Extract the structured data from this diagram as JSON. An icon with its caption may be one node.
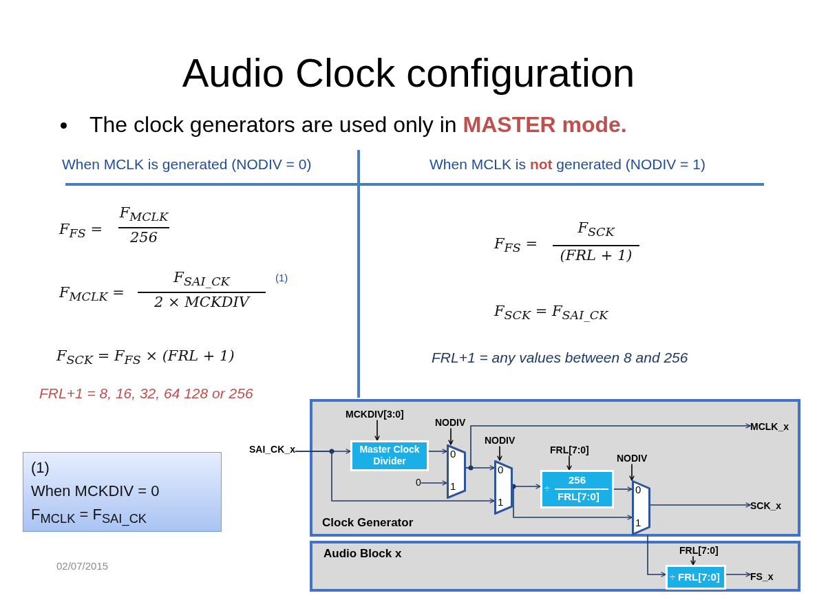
{
  "diagram": {
    "title": "Audio Clock configuration",
    "nodes": [
      {
        "text": [
          "Clock Generator"
        ]
      },
      {
        "text": [
          "Master Clock Divider"
        ],
        "in": 0
      },
      {
        "text": [
          "0",
          "1"
        ],
        "in": 0
      },
      {
        "text": [
          "0",
          "1"
        ],
        "in": 0
      },
      {
        "text": [
          "÷",
          "256",
          "FRL[7:0]"
        ],
        "in": 0
      },
      {
        "text": [
          "0",
          "1"
        ],
        "in": 0
      },
      {
        "text": [
          "Audio Block x"
        ]
      },
      {
        "text": [
          "÷",
          "FRL[7:0]"
        ],
        "in": 6
      },
      {
        "text": [
          "MCKDIV[3:0]"
        ],
        "in": 0
      },
      {
        "text": [
          "NODIV"
        ],
        "in": 0
      },
      {
        "text": [
          "NODIV"
        ],
        "in": 0
      },
      {
        "text": [
          "FRL[7:0]"
        ],
        "in": 0
      },
      {
        "text": [
          "NODIV"
        ],
        "in": 0
      },
      {
        "text": [
          "FRL[7:0]"
        ],
        "in": 6
      },
      {
        "text": [
          "SAI_CK_x"
        ]
      },
      {
        "text": [
          "0"
        ],
        "in": 0
      },
      {
        "text": [
          "MCLK_x"
        ],
        "in": 0
      },
      {
        "text": [
          "SCK_x"
        ],
        "in": 0
      },
      {
        "text": [
          "FS_x"
        ],
        "in": 6
      },
      {
        "text": [
          "(1)",
          "When MCKDIV = 0",
          "F$_{MCLK}$ = F$_{SAI_CK}$"
        ]
      }
    ],
    "edges": [
      {
        "from": 14,
        "to": 1,
        "arrow": "to"
      },
      {
        "from": 14,
        "to": 3,
        "arrow": "to"
      },
      {
        "from": 1,
        "to": 2,
        "arrow": "to"
      },
      {
        "from": 15,
        "to": 2,
        "arrow": "to"
      },
      {
        "from": 2,
        "to": 3,
        "arrow": "to"
      },
      {
        "from": 2,
        "to": 16,
        "arrow": "to"
      },
      {
        "from": 3,
        "to": 4,
        "arrow": "to"
      },
      {
        "from": 3,
        "to": 5,
        "arrow": "to"
      },
      {
        "from": 4,
        "to": 5,
        "arrow": "to"
      },
      {
        "from": 5,
        "to": 17,
        "arrow": "to"
      },
      {
        "from": 5,
        "to": 7,
        "arrow": "to"
      },
      {
        "from": 7,
        "to": 18,
        "arrow": "to"
      },
      {
        "from": 8,
        "to": 1,
        "arrow": "to",
        "color": "#000000"
      },
      {
        "from": 9,
        "to": 2,
        "arrow": "to",
        "color": "#000000"
      },
      {
        "from": 10,
        "to": 3,
        "arrow": "to",
        "color": "#000000"
      },
      {
        "from": 11,
        "to": 4,
        "arrow": "to",
        "color": "#000000"
      },
      {
        "from": 12,
        "to": 5,
        "arrow": "to",
        "color": "#000000"
      },
      {
        "from": 13,
        "to": 7,
        "arrow": "to",
        "color": "#000000"
      }
    ],
    "labels": [
      "The clock generators are used only in **MASTER mode.**",
      "When MCLK is generated (NODIV = 0)",
      "When MCLK is **not** generated (NODIV = 1)",
      "F$_{FS}$ =",
      "F$_{MCLK}$",
      "256",
      "F$_{MCLK}$ =",
      "F$_{SAI_CK}$",
      "2 × MCKDIV",
      "(1)",
      "F$_{SCK}$ = F$_{FS}$ × (FRL + 1)",
      "FRL+1 = 8, 16, 32, 64 128 or 256",
      "F$_{FS}$ =",
      "F$_{SCK}$",
      "(FRL + 1)",
      "F$_{SCK}$ = F$_{SAI_CK}$",
      "FRL+1 =  any values between 8 and 256",
      "02/07/2015"
    ]
  }
}
